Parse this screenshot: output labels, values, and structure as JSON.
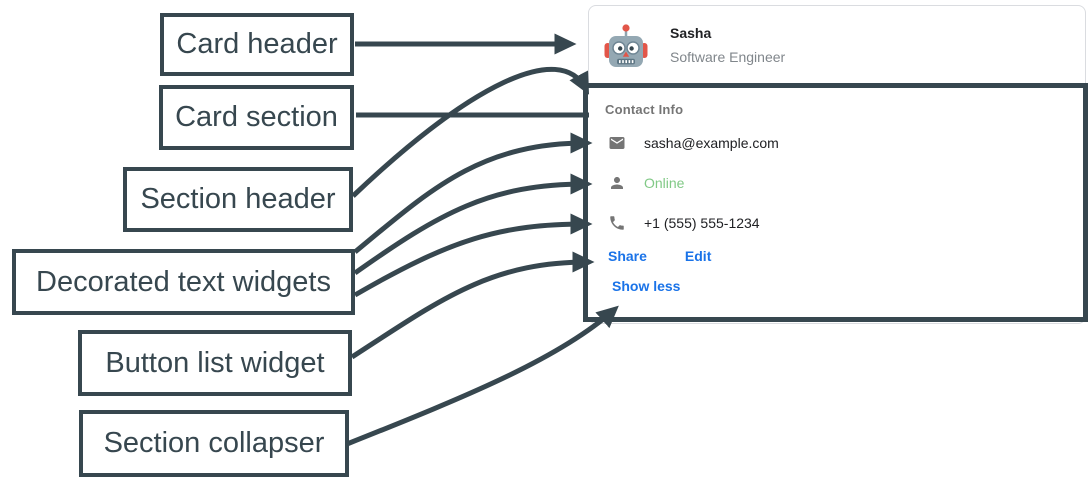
{
  "diagram": {
    "labels": [
      {
        "text": "Card header"
      },
      {
        "text": "Card section"
      },
      {
        "text": "Section header"
      },
      {
        "text": "Decorated text widgets"
      },
      {
        "text": "Button list widget"
      },
      {
        "text": "Section collapser"
      }
    ]
  },
  "card": {
    "header": {
      "avatar_icon": "robot-avatar",
      "name": "Sasha",
      "subtitle": "Software Engineer"
    },
    "section": {
      "title": "Contact Info",
      "rows": [
        {
          "icon": "email-icon",
          "text": "sasha@example.com"
        },
        {
          "icon": "person-icon",
          "text": "Online"
        },
        {
          "icon": "phone-icon",
          "text": "+1 (555) 555-1234"
        }
      ],
      "buttons": [
        {
          "label": "Share"
        },
        {
          "label": "Edit"
        }
      ],
      "collapser_label": "Show less"
    }
  },
  "colors": {
    "annotation_ink": "#37474F",
    "link_blue": "#1A73E8",
    "online_green": "#81C986",
    "text_primary": "#202124",
    "text_secondary": "#80868B",
    "section_title_gray": "#757575",
    "card_border": "#DADCE0"
  }
}
